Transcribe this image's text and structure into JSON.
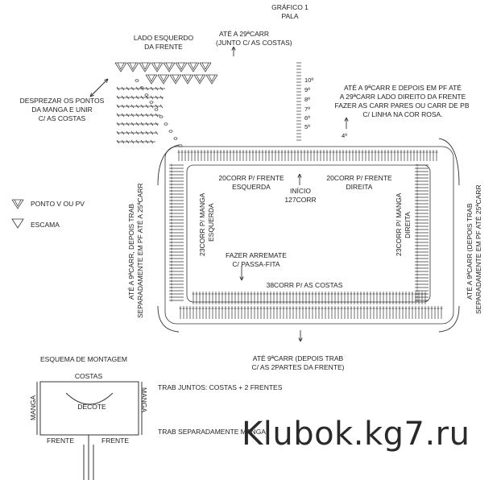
{
  "chart": {
    "title": "GRÁFICO 1",
    "subtitle": "PALA"
  },
  "labels": {
    "left_front": [
      "LADO ESQUERDO",
      "DA FRENTE"
    ],
    "top_29": [
      "ATÉ A 29ªCARR",
      "(JUNTO C/ AS COSTAS)"
    ],
    "right_front": [
      "ATÉ A 9ªCARR E DEPOIS EM PF ATÉ",
      "A 29ªCARR LADO DIREITO DA FRENTE",
      "FAZER AS CARR PARES OU CARR DE PB",
      "C/ LINHA NA COR ROSA."
    ],
    "discard": [
      "DESPREZAR OS PONTOS",
      "DA MANGA E UNIR",
      "C/ AS COSTAS"
    ],
    "front_left_count": [
      "20CORR P/ FRENTE",
      "ESQUERDA"
    ],
    "start": [
      "INÍCIO",
      "127CORR"
    ],
    "front_right_count": [
      "20CORR P/ FRENTE",
      "DIREITA"
    ],
    "legend_v": "PONTO V OU PV",
    "legend_scale": "ESCAMA",
    "left_sleeve": [
      "23CORR P/ MANGA",
      "ESQUERDA"
    ],
    "right_sleeve": [
      "23CORR P/ MANGA",
      "DIREITA"
    ],
    "left_side": [
      "ATÉ A 9ªCARR, DEPOIS TRAB",
      "SEPARADAMENTE EM PF ATÉ A 25ªCARR"
    ],
    "right_side": [
      "ATÉ A 9ªCARR (DEPOIS TRAB",
      "SEPARADAMENTE EM PF ATÉ 25ªCARR"
    ],
    "finish": [
      "FAZER ARREMATE",
      "C/ PASSA-FITA"
    ],
    "back_count": "38CORR P/ AS COSTAS",
    "bottom_9": [
      "ATÉ 9ªCARR (DEPOIS TRAB",
      "C/ AS 2PARTES DA FRENTE)"
    ],
    "rows": [
      "10ª",
      "9ª",
      "8ª",
      "7ª",
      "6ª",
      "5ª",
      "4ª"
    ]
  },
  "schema": {
    "title": "ESQUEMA DE MONTAGEM",
    "back": "COSTAS",
    "neckline": "DECOTE",
    "sleeve_left": "MANGA",
    "sleeve_right": "MANGA",
    "front_left": "FRENTE",
    "front_right": "FRENTE",
    "note_together": "TRAB JUNTOS: COSTAS + 2 FRENTES",
    "note_separate": "TRAB SEPARADAMENTE MANGA"
  },
  "watermark": "Klubok.kg7.ru"
}
